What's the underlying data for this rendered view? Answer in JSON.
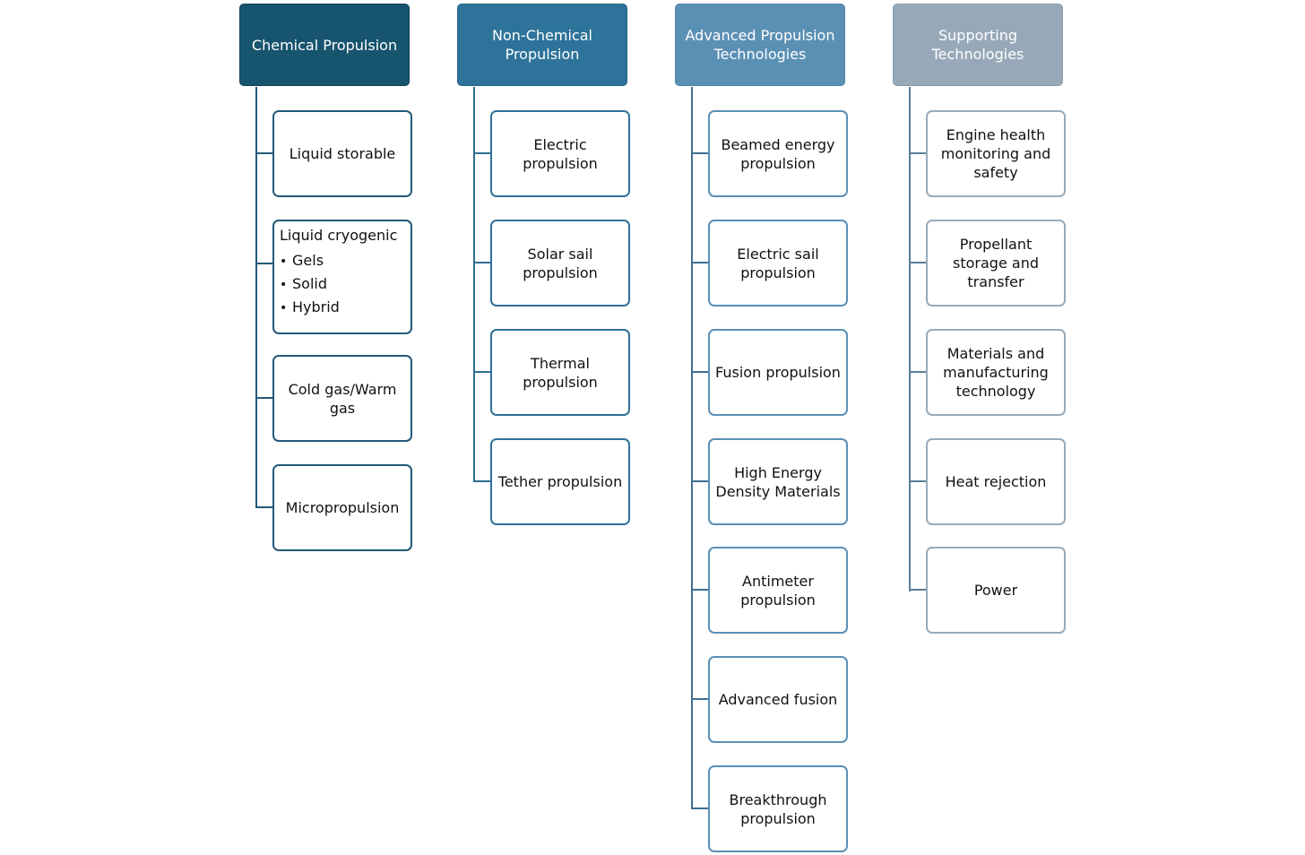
{
  "columns": [
    {
      "title": "Chemical Propulsion",
      "items": [
        {
          "label": "Liquid storable"
        },
        {
          "label": "Liquid cryogenic",
          "bullets": [
            "Gels",
            "Solid",
            "Hybrid"
          ]
        },
        {
          "label": "Cold gas/Warm gas"
        },
        {
          "label": "Micropropulsion"
        }
      ]
    },
    {
      "title": "Non-Chemical Propulsion",
      "items": [
        {
          "label": "Electric propulsion"
        },
        {
          "label": "Solar sail propulsion"
        },
        {
          "label": "Thermal propulsion"
        },
        {
          "label": "Tether propulsion"
        }
      ]
    },
    {
      "title": "Advanced Propulsion Technologies",
      "items": [
        {
          "label": "Beamed energy propulsion"
        },
        {
          "label": "Electric sail propulsion"
        },
        {
          "label": "Fusion propulsion"
        },
        {
          "label": "High Energy Density Materials"
        },
        {
          "label": "Antimeter propulsion"
        },
        {
          "label": "Advanced fusion"
        },
        {
          "label": "Breakthrough propulsion"
        }
      ]
    },
    {
      "title": "Supporting Technologies",
      "items": [
        {
          "label": "Engine health monitoring and safety"
        },
        {
          "label": "Propellant storage and transfer"
        },
        {
          "label": "Materials and manufacturing technology"
        },
        {
          "label": "Heat rejection"
        },
        {
          "label": "Power"
        }
      ]
    }
  ],
  "bullet_symbol": "•",
  "colors": {
    "chemical": "#17546e",
    "non_chemical": "#2e7399",
    "advanced": "#5b90b5",
    "supporting": "#97a9b9"
  }
}
